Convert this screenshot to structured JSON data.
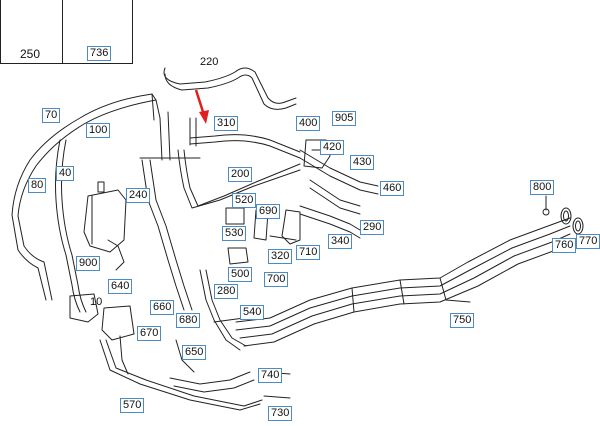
{
  "inset": {
    "left_label": "250",
    "right_label": "736"
  },
  "plain_labels": {
    "l220": "220",
    "l10": "10"
  },
  "callouts": {
    "c70": "70",
    "c100": "100",
    "c40": "40",
    "c80": "80",
    "c240": "240",
    "c900": "900",
    "c640": "640",
    "c660": "660",
    "c680": "680",
    "c670": "670",
    "c650": "650",
    "c570": "570",
    "c310": "310",
    "c400": "400",
    "c905": "905",
    "c420": "420",
    "c430": "430",
    "c460": "460",
    "c200": "200",
    "c520": "520",
    "c690": "690",
    "c530": "530",
    "c290": "290",
    "c340": "340",
    "c320": "320",
    "c710": "710",
    "c500": "500",
    "c700": "700",
    "c280": "280",
    "c540": "540",
    "c740": "740",
    "c730": "730",
    "c800": "800",
    "c760": "760",
    "c770": "770",
    "c750": "750"
  },
  "colors": {
    "callout_border": "#4a8cc7",
    "arrow": "#e02020",
    "line": "#222222"
  }
}
